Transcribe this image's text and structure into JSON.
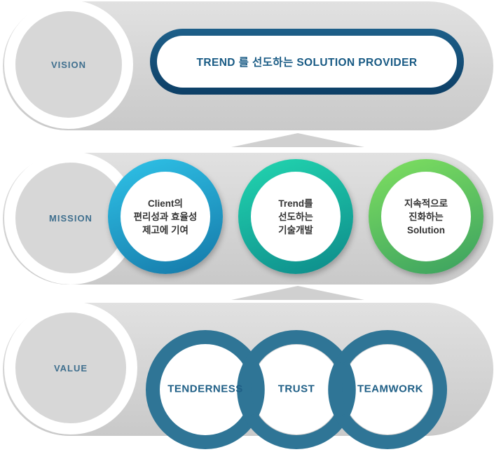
{
  "vision": {
    "label": "VISION",
    "statement": "TREND 를 선도하는 SOLUTION PROVIDER"
  },
  "mission": {
    "label": "MISSION",
    "items": [
      {
        "lines": [
          "Client의",
          "편리성과 효율성",
          "제고에 기여"
        ],
        "colors": [
          "#2fc3e8",
          "#1578a8"
        ]
      },
      {
        "lines": [
          "Trend를",
          "선도하는",
          "기술개발"
        ],
        "colors": [
          "#22d6b0",
          "#0d8a8a"
        ]
      },
      {
        "lines": [
          "지속적으로",
          "진화하는",
          "Solution"
        ],
        "colors": [
          "#7fe060",
          "#3aa060"
        ]
      }
    ]
  },
  "value": {
    "label": "VALUE",
    "items": [
      "TENDERNESS",
      "TRUST",
      "TEAMWORK"
    ],
    "ring_color": "#2f7596"
  }
}
